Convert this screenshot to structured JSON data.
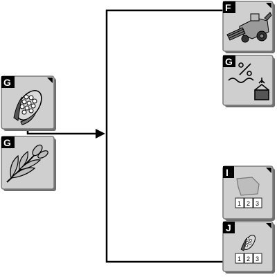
{
  "tiles": {
    "left_corn": {
      "badge": "G",
      "icon": "corn-cob-icon"
    },
    "left_wheat": {
      "badge": "G",
      "icon": "wheat-stalk-icon"
    },
    "right_harvester": {
      "badge": "F",
      "icon": "combine-harvester-icon"
    },
    "right_moisture": {
      "badge": "G",
      "icon": "moisture-scale-icon"
    },
    "right_field": {
      "badge": "I",
      "icon": "field-area-icon",
      "sequence": [
        "1",
        "2",
        "3"
      ]
    },
    "right_crop": {
      "badge": "J",
      "icon": "corn-cob-small-icon",
      "sequence": [
        "1",
        "2",
        "3"
      ]
    }
  },
  "colors": {
    "tile_fill": "#cfcfcf",
    "line": "#000000",
    "badge": "#000000"
  }
}
